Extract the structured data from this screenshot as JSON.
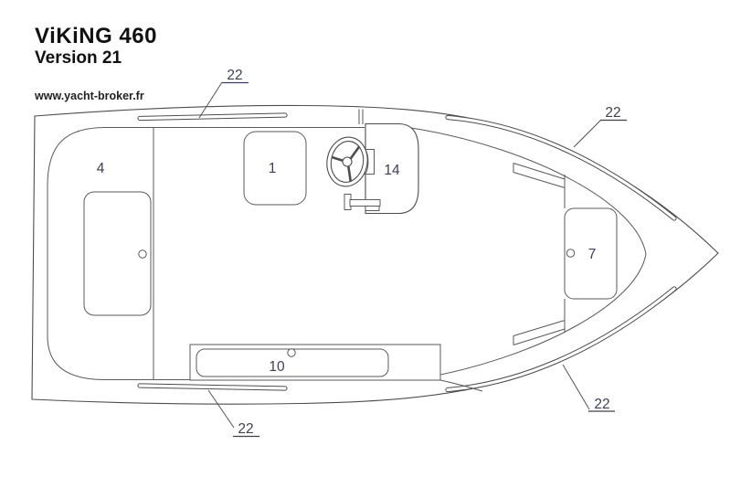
{
  "header": {
    "title": "ViKiNG 460",
    "subtitle": "Version 21",
    "website": "www.yacht-broker.fr"
  },
  "diagram": {
    "part_labels": [
      {
        "part": "helm-seat",
        "text": "1"
      },
      {
        "part": "aft-deck",
        "text": "4"
      },
      {
        "part": "bow-hatch",
        "text": "7"
      },
      {
        "part": "stern-bench",
        "text": "10"
      },
      {
        "part": "steering-console",
        "text": "14"
      }
    ],
    "callouts": [
      {
        "part": "rub-rail-top-left",
        "text": "22"
      },
      {
        "part": "rub-rail-top-right",
        "text": "22"
      },
      {
        "part": "rub-rail-bottom-left",
        "text": "22"
      },
      {
        "part": "rub-rail-bottom-right",
        "text": "22"
      }
    ],
    "colors": {
      "line": "#4d4d4d",
      "label": "#3d3d5c",
      "title": "#111111",
      "background": "#ffffff"
    }
  }
}
